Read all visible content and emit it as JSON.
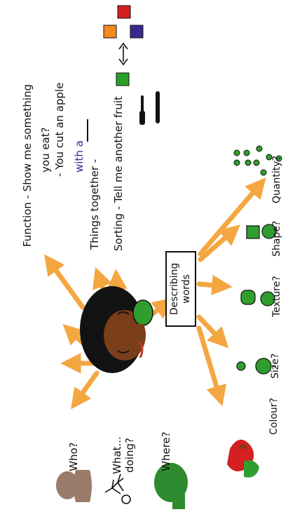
{
  "labels": {
    "who": "Who?",
    "what_line1": "What...",
    "what_line2": "doing?",
    "where": "Where?",
    "function_line1": "Function - Show me something",
    "function_line2": "you eat?",
    "function_line3": "- You cut an apple",
    "function_line4": "with a",
    "things_together": "Things together -",
    "sorting": "Sorting - Tell me another fruit",
    "describing_line1": "Describing",
    "describing_line2": "words",
    "colour": "Colour?",
    "size": "Size?",
    "texture": "Texture?",
    "shape": "Shape?",
    "quantity": "Quantity?"
  },
  "colors": {
    "arrow": "#f4a640",
    "apple_green": "#2f9e2f",
    "red_square": "#d42020",
    "orange_square": "#f08a1c",
    "purple_square": "#3a2a8f",
    "green_square": "#2aa02a",
    "tree_green": "#2e8a2e"
  },
  "icons": [
    "person-silhouette-icon",
    "running-person-icon",
    "tree-icon",
    "child-eating-apple-icon",
    "fork-knife-icon",
    "colour-squares-icon",
    "apple-icon"
  ]
}
